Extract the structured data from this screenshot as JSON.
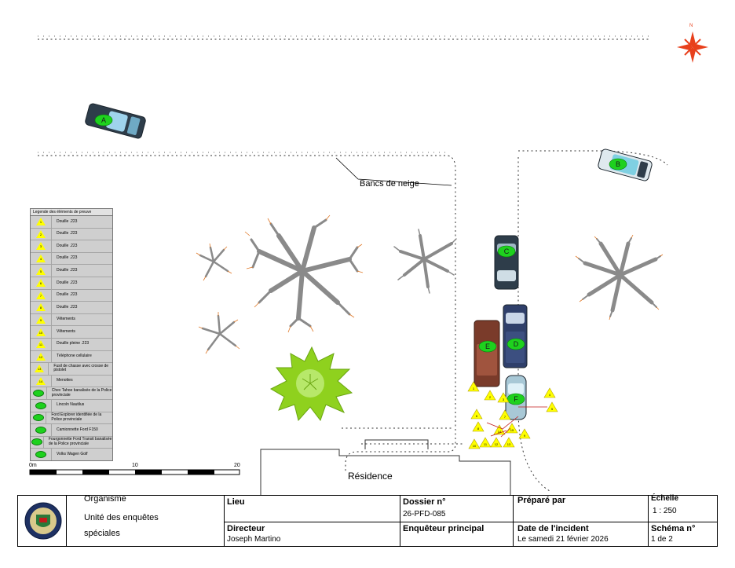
{
  "diagram": {
    "label_snowbanks": "Bancs de neige",
    "label_residence": "Résidence",
    "compass_label": "N",
    "scale_bar": {
      "labels": [
        "0m",
        "10",
        "20"
      ]
    },
    "vehicles": [
      {
        "id": "A"
      },
      {
        "id": "B"
      },
      {
        "id": "C"
      },
      {
        "id": "D"
      },
      {
        "id": "E"
      },
      {
        "id": "F"
      }
    ],
    "evidence_markers": [
      "1",
      "2",
      "3",
      "4",
      "5",
      "6",
      "7",
      "8",
      "9",
      "10",
      "11",
      "12",
      "13",
      "14",
      "15"
    ]
  },
  "legend": {
    "title": "Legende des éléments de preuve",
    "items": [
      {
        "symbol": "1",
        "kind": "triangle",
        "label": "Douille .223"
      },
      {
        "symbol": "2",
        "kind": "triangle",
        "label": "Douille .223"
      },
      {
        "symbol": "3",
        "kind": "triangle",
        "label": "Douille .223"
      },
      {
        "symbol": "4",
        "kind": "triangle",
        "label": "Douille .223"
      },
      {
        "symbol": "5",
        "kind": "triangle",
        "label": "Douille .223"
      },
      {
        "symbol": "6",
        "kind": "triangle",
        "label": "Douille .223"
      },
      {
        "symbol": "7",
        "kind": "triangle",
        "label": "Douille .223"
      },
      {
        "symbol": "8",
        "kind": "triangle",
        "label": "Douille .223"
      },
      {
        "symbol": "9",
        "kind": "triangle",
        "label": "Vêtements"
      },
      {
        "symbol": "10",
        "kind": "triangle",
        "label": "Vêtements"
      },
      {
        "symbol": "11",
        "kind": "triangle",
        "label": "Douille pleine .223"
      },
      {
        "symbol": "12",
        "kind": "triangle",
        "label": "Téléphone cellulaire"
      },
      {
        "symbol": "13",
        "kind": "triangle",
        "label": "Fusil de chasse avec crosse de pistolet"
      },
      {
        "symbol": "14",
        "kind": "triangle",
        "label": "Menottes"
      },
      {
        "symbol": "A",
        "kind": "oval",
        "label": "Chev Tahoe banalisée de la Police provinciale"
      },
      {
        "symbol": "B",
        "kind": "oval",
        "label": "Lincoln Nautilus"
      },
      {
        "symbol": "C",
        "kind": "oval",
        "label": "Ford Explorer identifiée de la Police provinciale"
      },
      {
        "symbol": "D",
        "kind": "oval",
        "label": "Camionnette Ford F150"
      },
      {
        "symbol": "E",
        "kind": "oval",
        "label": "Fourgonnette Ford Transit banalisée de la Police provinciale"
      },
      {
        "symbol": "F",
        "kind": "oval",
        "label": "Volks Wagen Golf"
      }
    ]
  },
  "title_block": {
    "organisme_label": "Organisme",
    "organisme_value": "Unité des enquêtes spéciales",
    "lieu_label": "Lieu",
    "lieu_value": "",
    "dossier_label": "Dossier n°",
    "dossier_value": "26-PFD-085",
    "prepare_label": "Préparé par",
    "prepare_value": "",
    "echelle_label": "Échelle",
    "echelle_value": "1 : 250",
    "directeur_label": "Directeur",
    "directeur_value": "Joseph Martino",
    "enqueteur_label": "Enquêteur principal",
    "enqueteur_value": "",
    "date_label": "Date de l'incident",
    "date_value": "Le samedi 21 février 2026",
    "schema_label": "Schéma n°",
    "schema_value": "1 de 2"
  },
  "colors": {
    "vehicle_marker": "#1ed11e",
    "evidence_marker": "#ffff00",
    "tree_branch": "#8a8a8a",
    "tree_twig": "#e07a2a",
    "shrub": "#8fd11e",
    "compass": "#e8401c"
  }
}
